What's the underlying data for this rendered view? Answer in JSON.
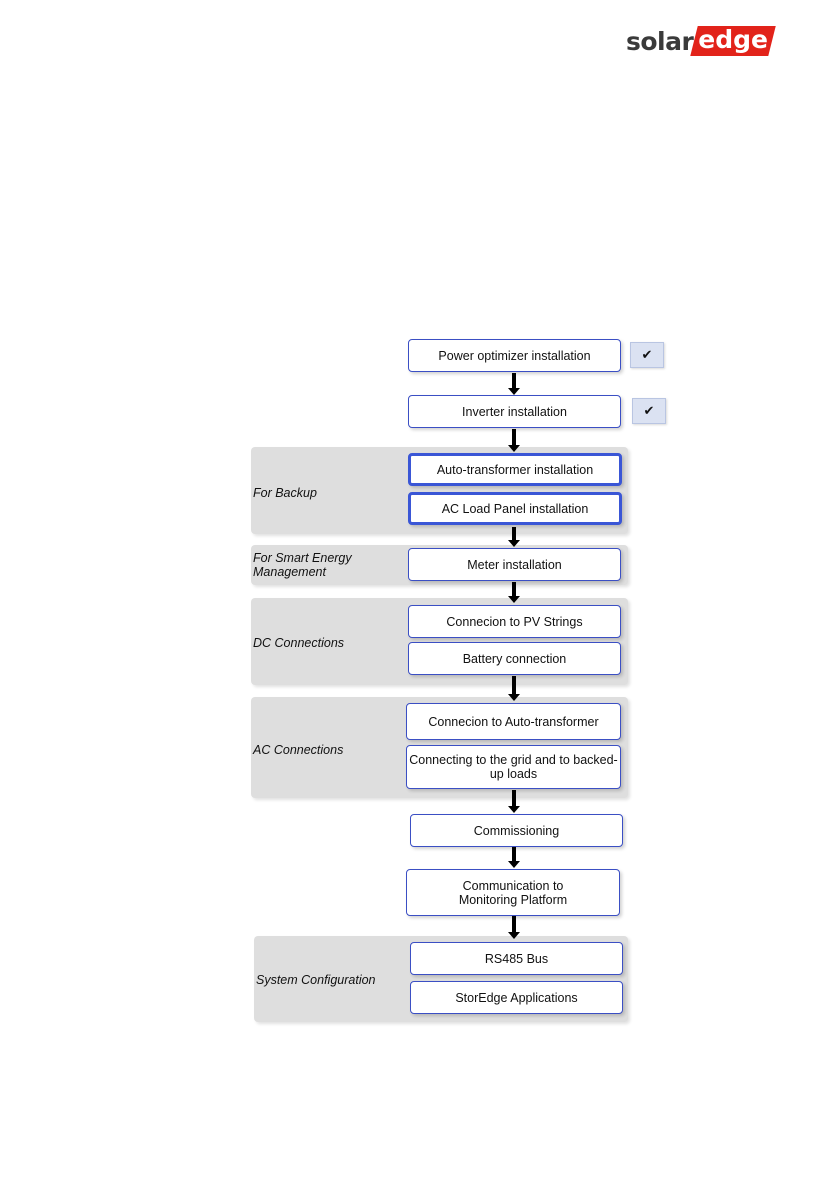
{
  "logo": {
    "solar": "solar",
    "edge": "edge"
  },
  "colors": {
    "box_border": "#3b4fc4",
    "group_bg": "#dedede",
    "check_bg": "#dbe2f2",
    "logo_red": "#e2231a"
  },
  "groups": {
    "backup": "For Backup",
    "smart_energy": "For Smart Energy\nManagement",
    "dc": "DC Connections",
    "ac": "AC Connections",
    "system": "System Configuration"
  },
  "steps": {
    "power_optimizer": "Power optimizer installation",
    "inverter": "Inverter installation",
    "auto_transformer": "Auto-transformer installation",
    "ac_load_panel": "AC Load Panel installation",
    "meter": "Meter installation",
    "pv_strings": "Connecion to PV Strings",
    "battery": "Battery connection",
    "to_auto_transformer": "Connecion to Auto-transformer",
    "grid_backed_up": "Connecting to the grid and to backed-\nup loads",
    "commissioning": "Commissioning",
    "monitoring": "Communication to\nMonitoring Platform",
    "rs485": "RS485 Bus",
    "storedge": "StorEdge Applications"
  },
  "checks": {
    "power_optimizer": "✔",
    "inverter": "✔"
  }
}
